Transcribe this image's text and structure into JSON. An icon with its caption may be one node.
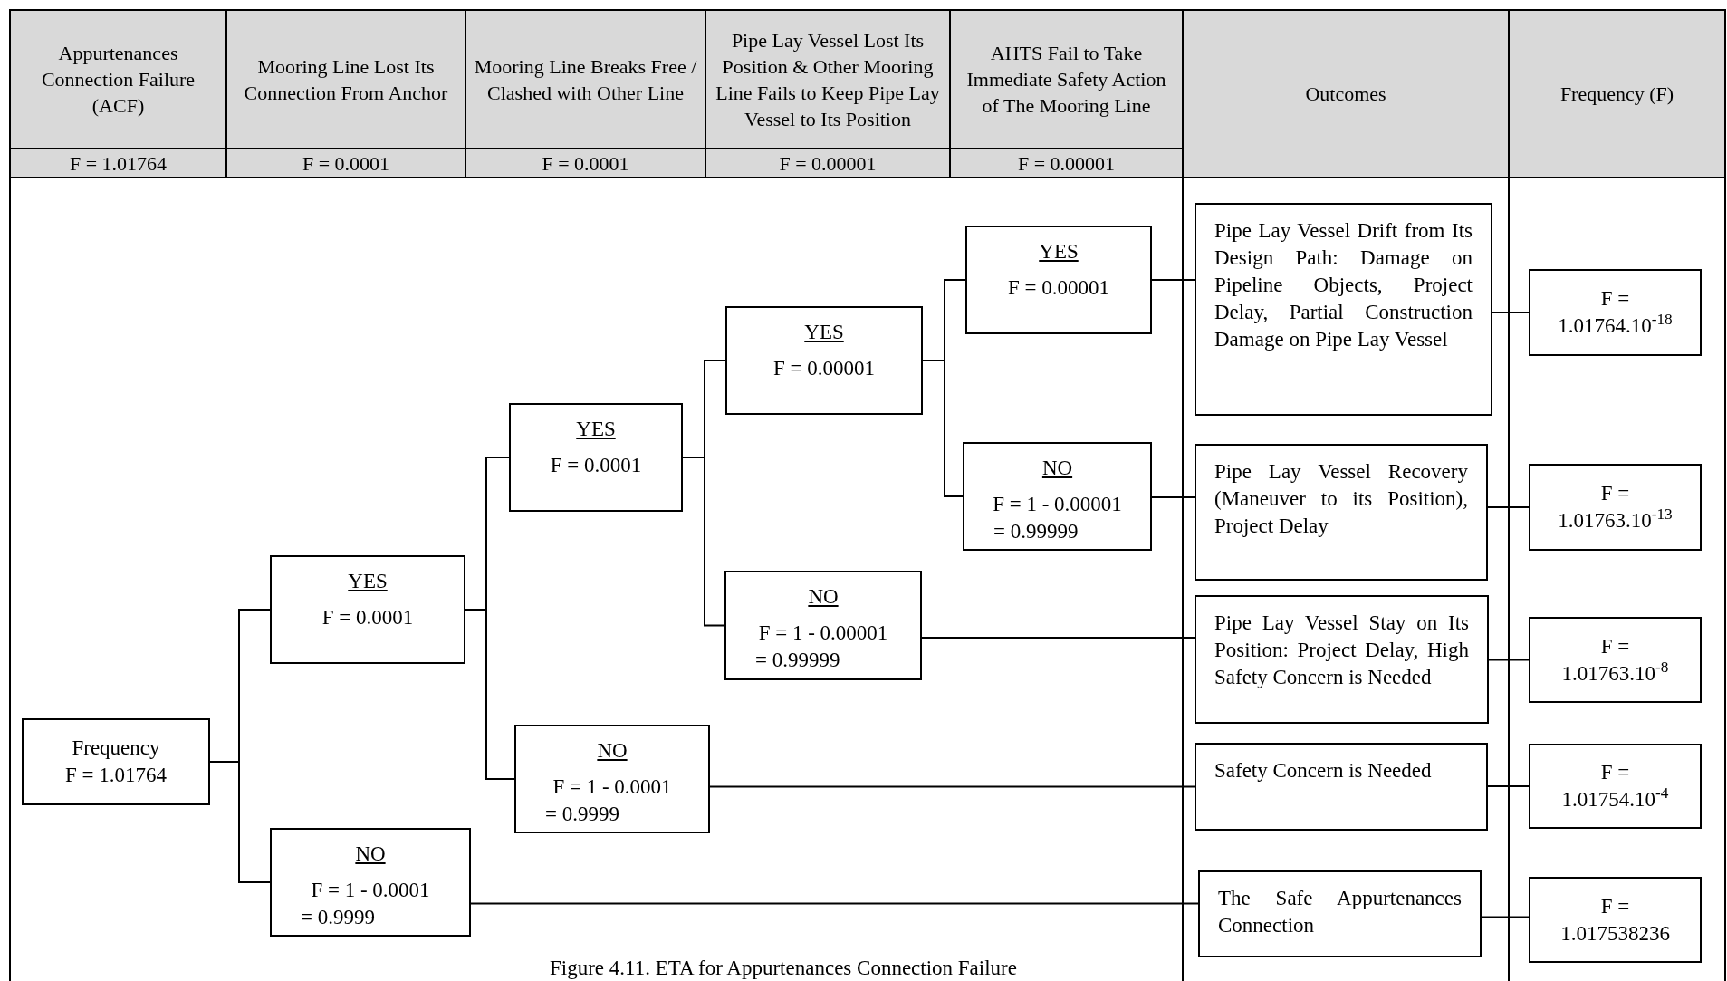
{
  "diagram": {
    "caption": "Figure 4.11. ETA for Appurtenances Connection Failure",
    "nodes": [
      {
        "text": [
          "Frequency",
          "F = 1.01764"
        ]
      },
      {
        "text": [
          "YES",
          "F = 0.0001"
        ]
      },
      {
        "text": [
          "NO",
          "F = 1 - 0.0001",
          "= 0.9999"
        ]
      },
      {
        "text": [
          "YES",
          "F = 0.0001"
        ]
      },
      {
        "text": [
          "NO",
          "F = 1 - 0.0001",
          "= 0.9999"
        ]
      },
      {
        "text": [
          "YES",
          "F = 0.00001"
        ]
      },
      {
        "text": [
          "NO",
          "F = 1 - 0.00001",
          "= 0.99999"
        ]
      },
      {
        "text": [
          "YES",
          "F = 0.00001"
        ]
      },
      {
        "text": [
          "NO",
          "F = 1 - 0.00001",
          "= 0.99999"
        ]
      },
      {
        "text": [
          "Pipe Lay Vessel Drift from Its Design Path: Damage on Pipeline Objects, Project Delay, Partial Construction Damage on Pipe Lay Vessel"
        ]
      },
      {
        "text": [
          "Pipe Lay Vessel Recovery (Maneuver to its Position), Project Delay"
        ]
      },
      {
        "text": [
          "Pipe Lay Vessel Stay on Its Position: Project Delay, High Safety Concern is Needed"
        ]
      },
      {
        "text": [
          "Safety Concern is Needed"
        ]
      },
      {
        "text": [
          "The Safe Appurtenances Connection"
        ]
      },
      {
        "text": [
          "F = 1.01764.10$^{-18}$"
        ]
      },
      {
        "text": [
          "F = 1.01763.10$^{-13}$"
        ]
      },
      {
        "text": [
          "F = 1.01763.10$^{-8}$"
        ]
      },
      {
        "text": [
          "F = 1.01754.10$^{-4}$"
        ]
      },
      {
        "text": [
          "F = 1.017538236"
        ]
      }
    ],
    "edges": [
      {
        "from": 0,
        "to": 1,
        "arrow": "none"
      },
      {
        "from": 0,
        "to": 2,
        "arrow": "none"
      },
      {
        "from": 1,
        "to": 3,
        "arrow": "none"
      },
      {
        "from": 1,
        "to": 4,
        "arrow": "none"
      },
      {
        "from": 3,
        "to": 5,
        "arrow": "none"
      },
      {
        "from": 3,
        "to": 6,
        "arrow": "none"
      },
      {
        "from": 5,
        "to": 7,
        "arrow": "none"
      },
      {
        "from": 5,
        "to": 8,
        "arrow": "none"
      },
      {
        "from": 7,
        "to": 9,
        "arrow": "none"
      },
      {
        "from": 8,
        "to": 10,
        "arrow": "none"
      },
      {
        "from": 6,
        "to": 11,
        "arrow": "none"
      },
      {
        "from": 4,
        "to": 12,
        "arrow": "none"
      },
      {
        "from": 2,
        "to": 13,
        "arrow": "none"
      },
      {
        "from": 9,
        "to": 14,
        "arrow": "none"
      },
      {
        "from": 10,
        "to": 15,
        "arrow": "none"
      },
      {
        "from": 11,
        "to": 16,
        "arrow": "none"
      },
      {
        "from": 12,
        "to": 17,
        "arrow": "none"
      },
      {
        "from": 13,
        "to": 18,
        "arrow": "none"
      }
    ],
    "labels": [
      "Appurtenances Connection Failure (ACF)",
      "Mooring Line Lost Its Connection From Anchor",
      "Mooring Line Breaks Free / Clashed with Other Line",
      "Pipe Lay Vessel Lost Its Position & Other Mooring Line Fails to Keep Pipe Lay Vessel to Its Position",
      "AHTS Fail to Take Immediate Safety Action of The Mooring Line",
      "Outcomes",
      "Frequency (F)",
      "F = 1.01764",
      "F = 0.0001",
      "F = 0.0001",
      "F = 0.00001",
      "F = 0.00001"
    ]
  }
}
